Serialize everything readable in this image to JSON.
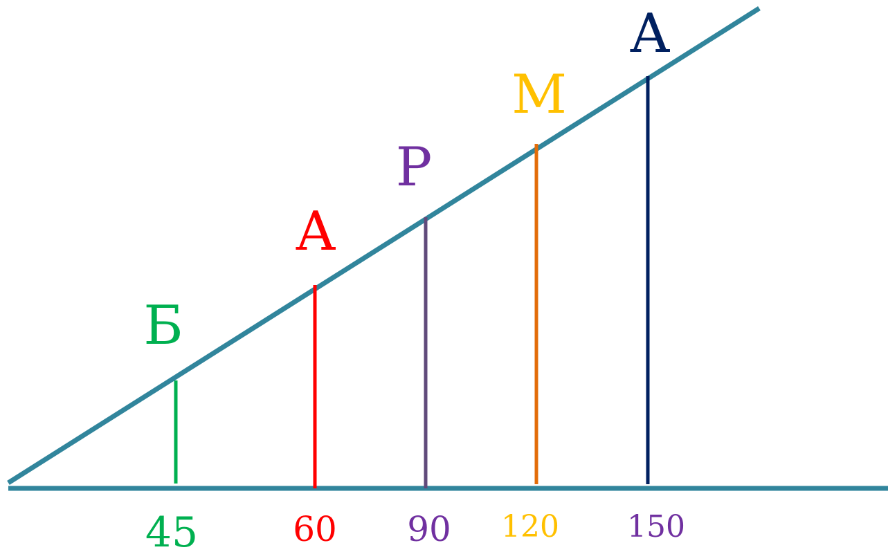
{
  "diagram": {
    "line_color": "#31859C",
    "markers": [
      {
        "letter": "Б",
        "letter_color": "#00B050",
        "tick_color": "#00B050",
        "label": "45",
        "label_color": "#00B050"
      },
      {
        "letter": "А",
        "letter_color": "#FF0000",
        "tick_color": "#FF0000",
        "label": "60",
        "label_color": "#FF0000"
      },
      {
        "letter": "Р",
        "letter_color": "#7030A0",
        "tick_color": "#604A7B",
        "label": "90",
        "label_color": "#7030A0"
      },
      {
        "letter": "М",
        "letter_color": "#FFC000",
        "tick_color": "#E36C09",
        "label": "120",
        "label_color": "#FFC000"
      },
      {
        "letter": "А",
        "letter_color": "#002060",
        "tick_color": "#002060",
        "label": "150",
        "label_color": "#7030A0"
      }
    ]
  }
}
